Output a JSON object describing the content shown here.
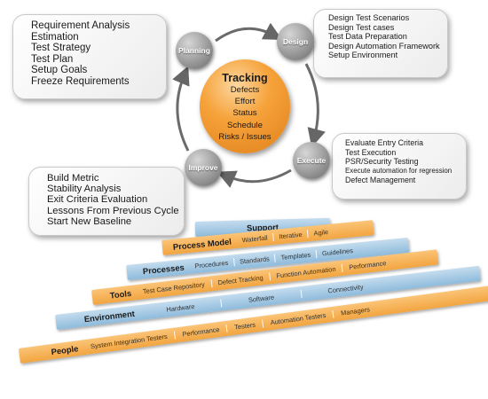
{
  "cycle": {
    "center": {
      "title": "Tracking",
      "items": [
        "Defects",
        "Effort",
        "Status",
        "Schedule",
        "Risks / Issues"
      ]
    },
    "phases": [
      {
        "label": "Planning",
        "items": [
          "Requirement Analysis",
          "Estimation",
          "Test Strategy",
          "Test Plan",
          "Setup Goals",
          "Freeze Requirements"
        ]
      },
      {
        "label": "Design",
        "items": [
          "Design Test Scenarios",
          "Design Test cases",
          "Test Data Preparation",
          "Design Automation Framework",
          "Setup Environment"
        ]
      },
      {
        "label": "Execute",
        "items": [
          "Evaluate Entry Criteria",
          "Test Execution",
          "PSR/Security Testing",
          "Execute automation for regression",
          "Defect Management"
        ]
      },
      {
        "label": "Improve",
        "items": [
          "Build Metric",
          "Stability Analysis",
          "Exit Criteria Evaluation",
          "Lessons From Previous Cycle",
          "Start New Baseline"
        ]
      }
    ]
  },
  "layers": [
    {
      "title": "Support",
      "items": [],
      "color": "#8ebbdc"
    },
    {
      "title": "Process Model",
      "items": [
        "Waterfall",
        "Iterative",
        "Agile"
      ],
      "color": "#f2a540"
    },
    {
      "title": "Processes",
      "items": [
        "Procedures",
        "Standards",
        "Templates",
        "Guidelines"
      ],
      "color": "#8ebbdc"
    },
    {
      "title": "Tools",
      "items": [
        "Test Case Repository",
        "Defect Tracking",
        "Function Automation",
        "Performance"
      ],
      "color": "#f2a540"
    },
    {
      "title": "Environment",
      "items": [
        "Hardware",
        "Software",
        "Connectivity"
      ],
      "color": "#8ebbdc"
    },
    {
      "title": "People",
      "items": [
        "System Integration Testers",
        "Performance",
        "Testers",
        "Automation Testers",
        "Managers"
      ],
      "color": "#f2a540"
    }
  ]
}
